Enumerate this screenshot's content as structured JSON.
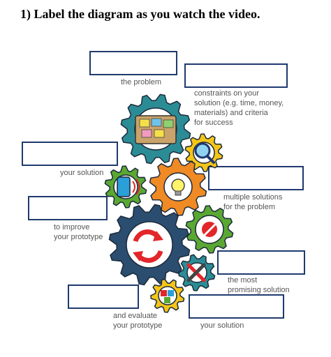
{
  "worksheet": {
    "instruction": "1) Label the diagram as you watch the video."
  },
  "labels": {
    "problem": "the problem",
    "constraints": [
      "constraints on your",
      "solution (e.g. time, money,",
      "materials) and criteria",
      "for success"
    ],
    "your_solution_left": "your solution",
    "multiple_solutions": [
      "multiple solutions",
      "for the problem"
    ],
    "improve": [
      "to improve",
      "your prototype"
    ],
    "most_promising": [
      "the most",
      "promising solution"
    ],
    "evaluate": [
      "and evaluate",
      "your prototype"
    ],
    "your_solution_bottom": "your solution"
  },
  "colors": {
    "box_border": "#1f3a6e",
    "gear_teal": "#2c8c95",
    "gear_orange": "#f08a24",
    "gear_yellow": "#f5c518",
    "gear_green": "#5aa832",
    "gear_navy": "#2b4d6f",
    "arrow_red": "#e3262a"
  },
  "icons": [
    "sticky-notes-icon",
    "magnifier-icon",
    "tablet-icon",
    "lightbulb-icon",
    "cycle-arrows-icon",
    "target-arrow-icon",
    "tools-icon",
    "blocks-icon"
  ]
}
